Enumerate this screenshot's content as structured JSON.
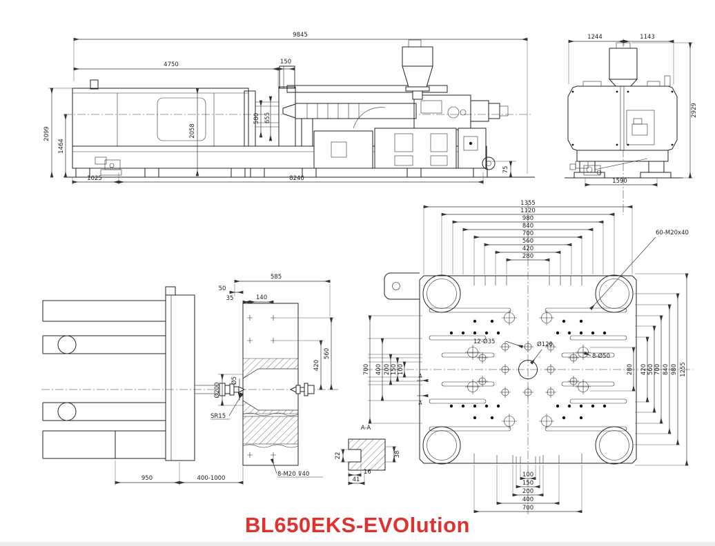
{
  "title": {
    "text": "BL650EKS-EVOlution",
    "color": "#e0312d"
  },
  "side": {
    "d9845": "9845",
    "d4750": "4750",
    "d150": "150",
    "d580": "580",
    "d655": "655",
    "d2099": "2099",
    "d1464": "1464",
    "d2058": "2058",
    "d1025": "1025",
    "d8240": "8240",
    "d75": "75"
  },
  "front": {
    "d1244": "1244",
    "d1143": "1143",
    "d1590": "1590",
    "d2929": "2929"
  },
  "platen": {
    "top_chain": [
      "1355",
      "1120",
      "980",
      "840",
      "700",
      "560",
      "420",
      "280"
    ],
    "right_chain": [
      "280",
      "420",
      "560",
      "700",
      "840",
      "980",
      "1255"
    ],
    "left_chain": [
      "700",
      "400",
      "200",
      "150",
      "100"
    ],
    "bottom_chain": [
      "100",
      "150",
      "200",
      "400",
      "700"
    ],
    "bolt_label": "60-M20x40",
    "holes12_label": "12-Ø35",
    "center_label": "Ø120",
    "holes8_label": "8-Ø50",
    "section_letter": "A"
  },
  "detail": {
    "d585": "585",
    "d50": "50",
    "d35": "35",
    "d140": "140",
    "d560": "560",
    "d420": "420",
    "ring": "Ø200",
    "tip": "Ø5",
    "sphere": "SR15",
    "d950": "950",
    "range": "400-1000",
    "thread": "8-M20 ⊽40"
  },
  "section": {
    "label": "A-A",
    "d22": "22",
    "d38": "38",
    "d16": "16",
    "d41": "41"
  }
}
